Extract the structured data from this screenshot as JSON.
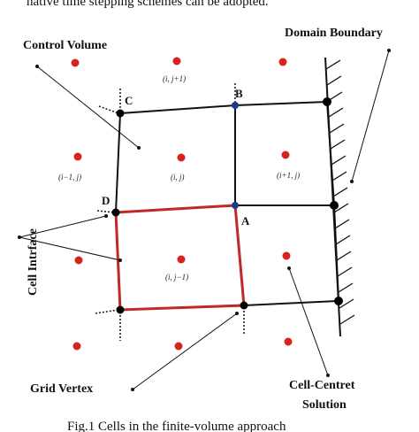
{
  "top_text": "native time stepping schemes can be adopted.",
  "labels": {
    "control_volume": "Control Volume",
    "domain_boundary": "Domain Boundary",
    "cell_interface": "Cell Intrface",
    "grid_vertex": "Grid Vertex",
    "cell_centre_line1": "Cell-Centret",
    "cell_centre_line2": "Solution"
  },
  "points": {
    "A": "A",
    "B": "B",
    "C": "C",
    "D": "D"
  },
  "cells": {
    "c_i_jp1": "(i, j+1)",
    "c_im1_j": "(i−1, j)",
    "c_i_j": "(i, j)",
    "c_ip1_j": "(i+1, j)",
    "c_i_jm1": "(i, j−1)"
  },
  "caption": "Fig.1 Cells in the finite-volume approach",
  "colors": {
    "centroid": "#d8231c",
    "highlight": "#c0282a",
    "vertex": "#000000",
    "vertex_blue": "#1a3a8a"
  }
}
